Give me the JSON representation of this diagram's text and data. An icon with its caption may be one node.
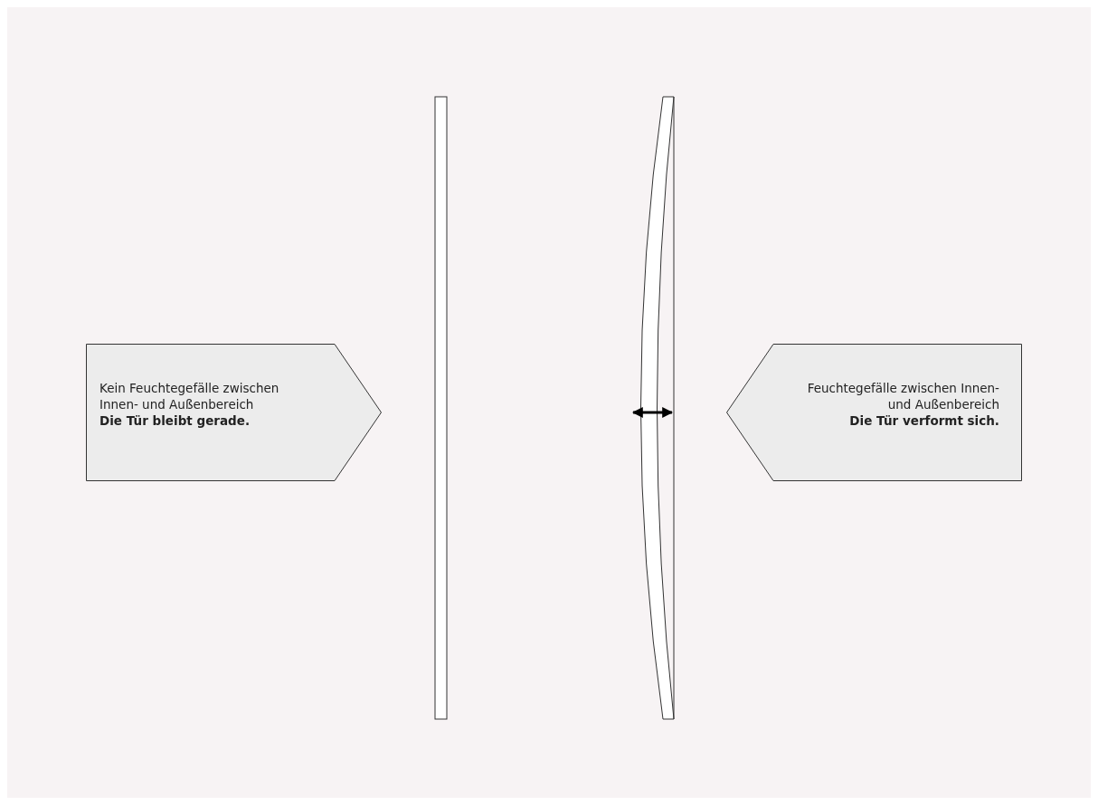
{
  "diagram": {
    "nodes": [
      {
        "text": [
          "Kein Feuchtegefälle zwischen Innen- und Außenbereich",
          "Die Tür bleibt gerade."
        ]
      },
      {
        "text": [
          "Feuchtegefälle zwischen Innen- und Außenbereich",
          "Die Tür verformt sich."
        ]
      }
    ],
    "edges": []
  }
}
